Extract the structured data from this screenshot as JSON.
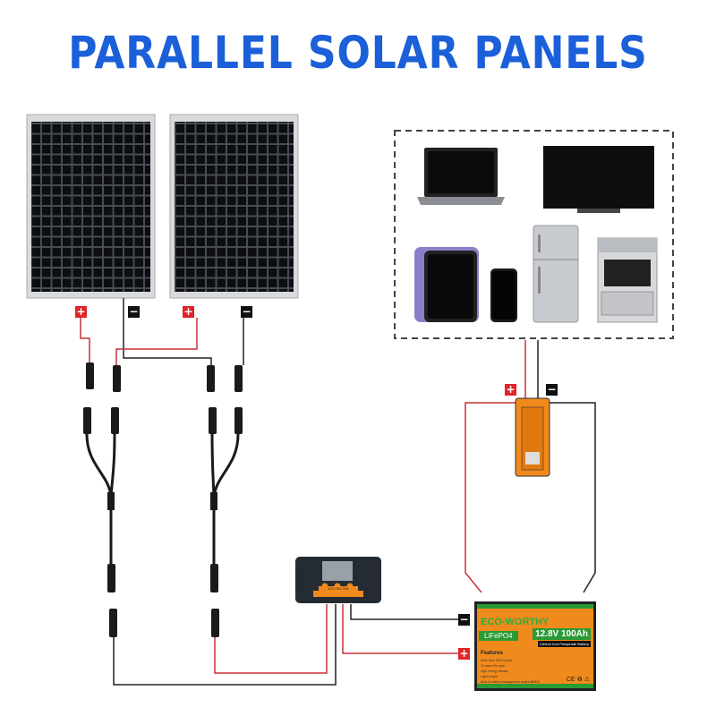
{
  "title": "PARALLEL SOLAR PANELS",
  "colors": {
    "title": "#1b5fd9",
    "positive": "#e0242a",
    "negative": "#111111",
    "battery": "#f08a1c",
    "battery_accent": "#2a9a35"
  },
  "signs": {
    "plus": "+",
    "minus": "−"
  },
  "controller": {
    "label": "12V 24V 20A"
  },
  "battery": {
    "brand": "ECO-WORTHY",
    "chemistry": "LiFePO4",
    "spec": "12.8V 100Ah",
    "subtitle": "Lithium Iron Phosphate Battery",
    "features_title": "Features",
    "features": [
      "More than 3000 cycles",
      "10 years life span",
      "High energy density",
      "Light weight",
      "Built-in battery management system(BMS)"
    ],
    "certifications": "CE ♻ ⚠"
  },
  "appliances": [
    "laptop",
    "tv",
    "tablet",
    "smartphone",
    "refrigerator",
    "oven"
  ]
}
